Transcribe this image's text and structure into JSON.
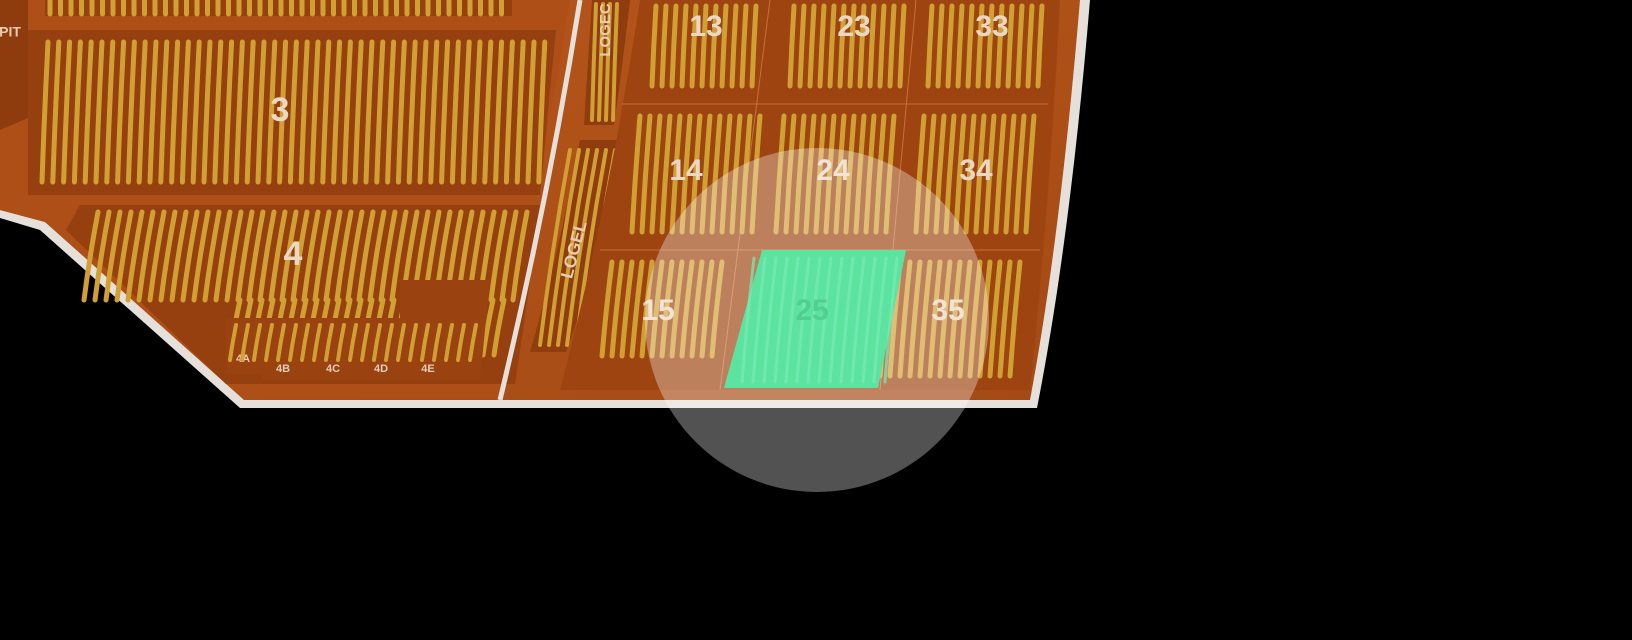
{
  "venue_map": {
    "colors": {
      "background": "#000000",
      "floor": "#b5561a",
      "floor_dark": "#8a3f12",
      "seat_rows": "#d1a033",
      "outline": "#e6e0da",
      "selected_section": "#5de3a0",
      "highlight_ring": "#bdbdbd"
    },
    "sections": [
      {
        "id": "pit",
        "label": "PIT"
      },
      {
        "id": "3",
        "label": "3"
      },
      {
        "id": "4",
        "label": "4"
      },
      {
        "id": "4a",
        "label": "4A"
      },
      {
        "id": "4b",
        "label": "4B"
      },
      {
        "id": "4c",
        "label": "4C"
      },
      {
        "id": "4d",
        "label": "4D"
      },
      {
        "id": "4e",
        "label": "4E"
      },
      {
        "id": "logec",
        "label": "LOGEC"
      },
      {
        "id": "logel",
        "label": "LOGEL"
      },
      {
        "id": "13",
        "label": "13"
      },
      {
        "id": "23",
        "label": "23"
      },
      {
        "id": "33",
        "label": "33"
      },
      {
        "id": "14",
        "label": "14"
      },
      {
        "id": "24",
        "label": "24"
      },
      {
        "id": "34",
        "label": "34"
      },
      {
        "id": "15",
        "label": "15"
      },
      {
        "id": "25",
        "label": "25",
        "selected": true
      },
      {
        "id": "35",
        "label": "35"
      }
    ]
  }
}
